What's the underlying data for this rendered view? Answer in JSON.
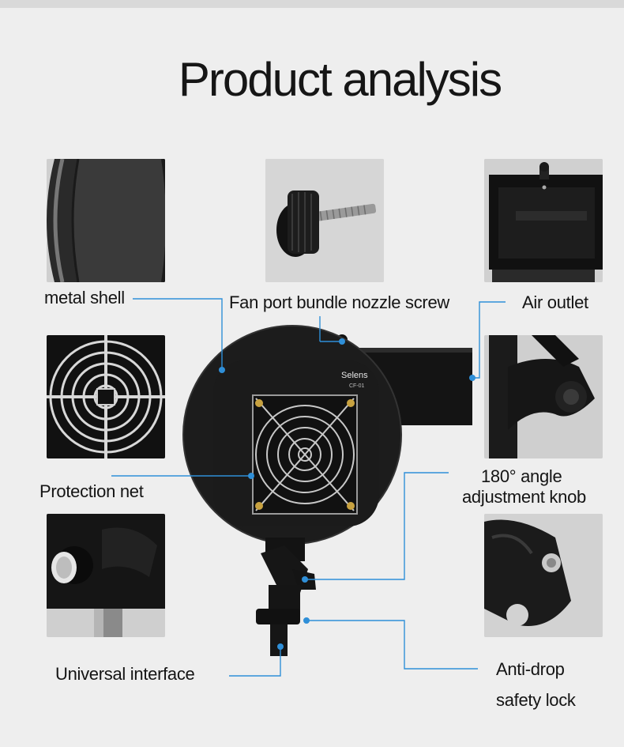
{
  "title": "Product analysis",
  "product": {
    "brand": "Selens",
    "model": "CF-01"
  },
  "labels": {
    "metal_shell": "metal shell",
    "nozzle_screw": "Fan port bundle nozzle screw",
    "air_outlet": "Air outlet",
    "protection_net": "Protection net",
    "angle_knob_line1": "180° angle",
    "angle_knob_line2": "adjustment knob",
    "universal_interface": "Universal interface",
    "anti_drop_line1": "Anti-drop",
    "anti_drop_line2": "safety lock"
  },
  "colors": {
    "background": "#eeeeee",
    "callout": "#2f8fd8",
    "thumb_bg": "#d3d3d3"
  }
}
